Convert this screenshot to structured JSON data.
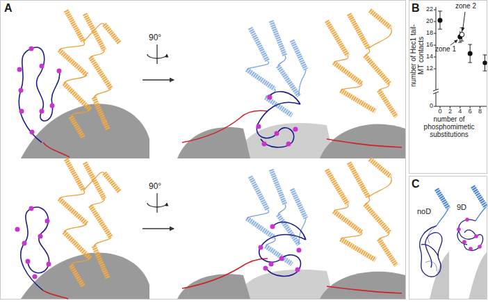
{
  "diagram": {
    "labels": [
      "A",
      "90°",
      "90°",
      "B",
      "number of Hec1 tail-MT contacts",
      "number of phosphomimetic substitutions",
      "22",
      "20",
      "18",
      "16",
      "14",
      "12",
      "0",
      "0",
      "2",
      "4",
      "6",
      "8",
      "zone 2",
      "zone 1",
      "C",
      "noD",
      "9D"
    ]
  }
}
